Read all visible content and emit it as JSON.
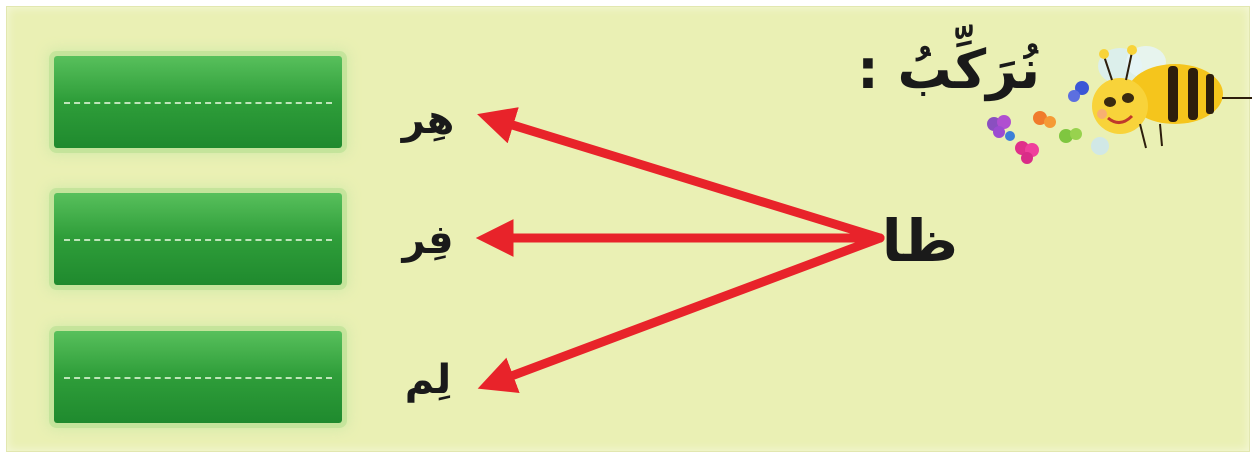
{
  "exercise": {
    "title": "نُرَكِّبُ :",
    "source_syllable": "ظا",
    "targets": [
      {
        "syllable": "هِر"
      },
      {
        "syllable": "فِر"
      },
      {
        "syllable": "لِم"
      }
    ]
  },
  "decoration": {
    "icon": "bee-with-flowers-icon"
  },
  "colors": {
    "background": "#eaf0b4",
    "answer_box": "#2f9e3a",
    "arrow": "#e8232a",
    "text": "#1a1a1a"
  }
}
